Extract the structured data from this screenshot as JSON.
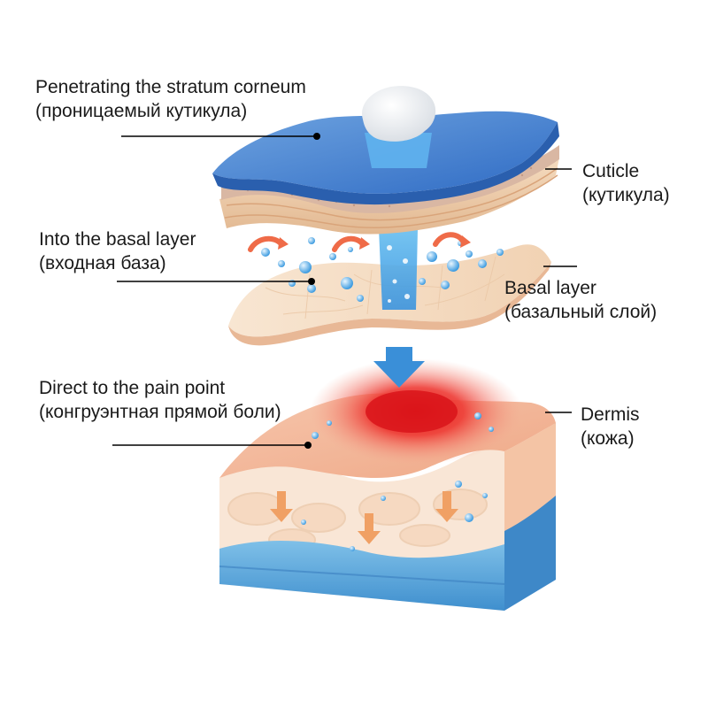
{
  "labels": {
    "penetrating": {
      "en": "Penetrating the stratum corneum",
      "ru": "(проницаемый кутикула)"
    },
    "basal_entry": {
      "en": "Into the basal layer",
      "ru": "(входная база)"
    },
    "pain_point": {
      "en": "Direct to the pain point",
      "ru": "(конгруэнтная прямой боли)"
    },
    "cuticle": {
      "en": "Cuticle",
      "ru": "(кутикула)"
    },
    "basal_layer": {
      "en": "Basal layer",
      "ru": "(базальный слой)"
    },
    "dermis": {
      "en": "Dermis",
      "ru": "(кожа)"
    }
  },
  "colors": {
    "stratum_blue": "#3f7fd0",
    "cuticle_tan": "#e9c8a4",
    "basal_cream": "#f6dfc6",
    "dermis_pink": "#f3b79a",
    "pain_red": "#e8262a",
    "base_blue": "#5aa8dc",
    "arrow_blue": "#3a8fd8",
    "leader_line": "#000000"
  }
}
